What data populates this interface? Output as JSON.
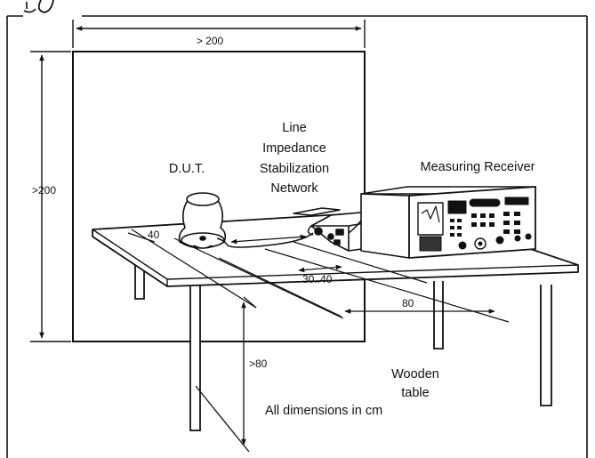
{
  "diagram": {
    "labels": {
      "dut": "D.U.T.",
      "lisn_line1": "Line",
      "lisn_line2": "Impedance",
      "lisn_line3": "Stabilization",
      "lisn_line4": "Network",
      "receiver": "Measuring Receiver",
      "wooden_line1": "Wooden",
      "wooden_line2": "table",
      "note": "All dimensions in cm"
    },
    "dimensions": {
      "plane_width": "> 200",
      "plane_height": ">200",
      "dut_distance": "40",
      "lisn_distance": "30..40",
      "table_edge_distance": "80",
      "table_height": ">80"
    }
  }
}
